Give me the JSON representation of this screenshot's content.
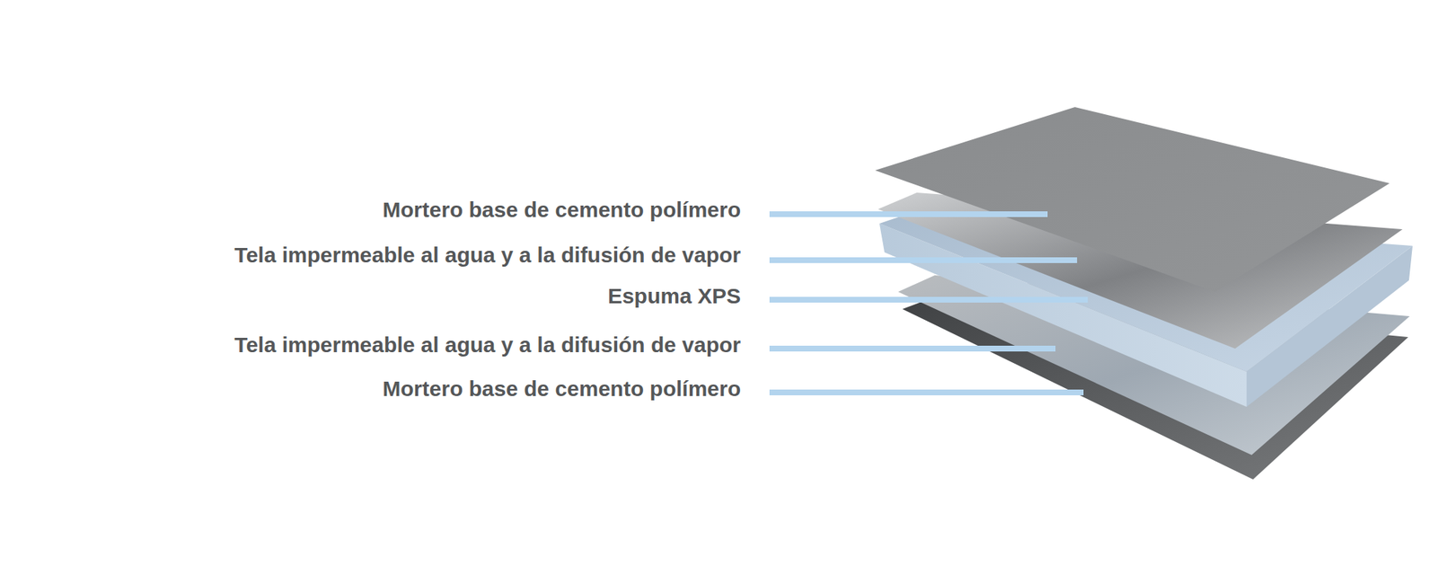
{
  "diagram": {
    "labels": [
      "Mortero base de cemento polímero",
      "Tela impermeable al agua y a la difusión de vapor",
      "Espuma XPS",
      "Tela impermeable al agua y a la difusión de vapor",
      "Mortero base de cemento polímero"
    ]
  }
}
